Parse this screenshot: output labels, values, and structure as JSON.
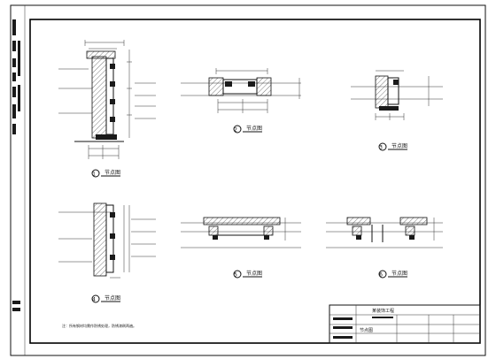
{
  "drawing": {
    "details": [
      {
        "number": "1",
        "caption": "节点图"
      },
      {
        "number": "2",
        "caption": "节点图"
      },
      {
        "number": "3",
        "caption": "节点图"
      },
      {
        "number": "4",
        "caption": "节点图"
      },
      {
        "number": "5",
        "caption": "节点图"
      },
      {
        "number": "6",
        "caption": "节点图"
      }
    ],
    "note": "注：所有钢材均需作防锈处理，防锈漆刷两遍。",
    "title_block": {
      "project": "某装饰工程",
      "sheet_name": "节点图"
    }
  }
}
